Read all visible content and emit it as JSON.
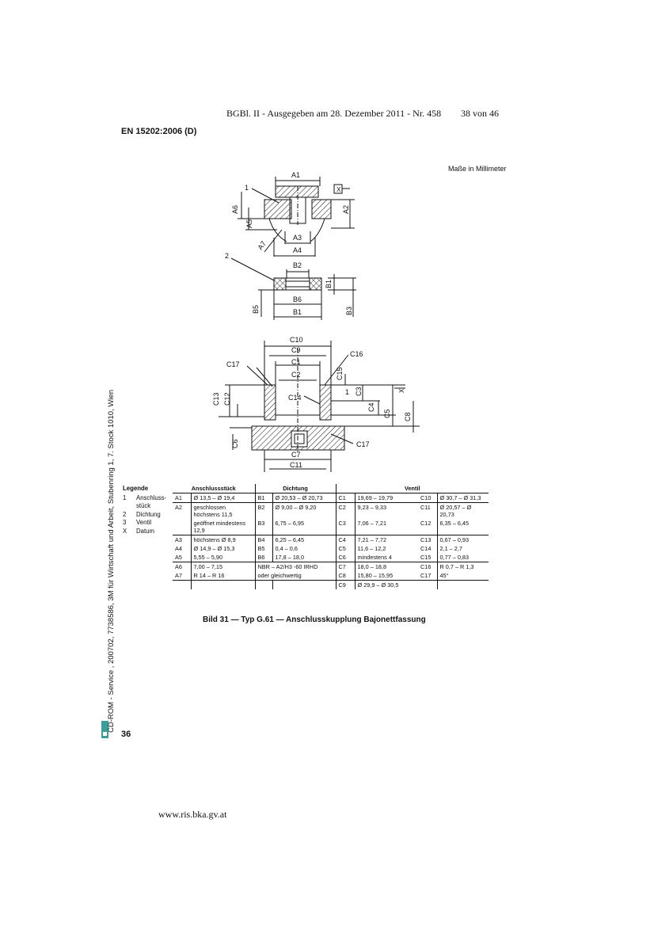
{
  "header": {
    "gazette": "BGBl. II - Ausgegeben am 28. Dezember 2011 - Nr. 458",
    "pages": "38 von 46"
  },
  "document_id": "EN 15202:2006 (D)",
  "units_note": "Maße in Millimeter",
  "side_note": "CD-ROM - Service , 200702, 7738586, 3M für Wirtschaft und Arbeit, Stubenring 1, 7. Stock 1010, Wien",
  "page_number": "36",
  "footer_url": "www.ris.bka.gv.at",
  "figure_caption": "Bild 31 — Typ G.61 — Anschlusskupplung Bajonettfassung",
  "drawing_labels": {
    "a1": "A1",
    "a2": "A2",
    "a3": "A3",
    "a4": "A4",
    "a5": "A5",
    "a6": "A6",
    "a7": "A7",
    "b1v": "B1",
    "b1h": "B1",
    "b2": "B2",
    "b3": "B3",
    "b5": "B5",
    "b6": "B6",
    "c1": "C1",
    "c2": "C2",
    "c3": "C3",
    "c4": "C4",
    "c5": "C5",
    "c6": "C6",
    "c7": "C7",
    "c8": "C8",
    "c9": "C9",
    "c10": "C10",
    "c11": "C11",
    "c12": "C12",
    "c13": "C13",
    "c14": "C14",
    "c15": "C15",
    "c16": "C16",
    "c17a": "C17",
    "c17b": "C17",
    "n1a": "1",
    "n1b": "1",
    "n2": "2",
    "x1": "X",
    "x2": "X"
  },
  "legend": {
    "title": "Legende",
    "items": [
      {
        "key": "1",
        "text": "Anschluss-stück"
      },
      {
        "key": "2",
        "text": "Dichtung"
      },
      {
        "key": "3",
        "text": "Ventil"
      },
      {
        "key": "X",
        "text": "Datum"
      }
    ]
  },
  "table": {
    "headers": {
      "anschluss": "Anschlussstück",
      "dichtung": "Dichtung",
      "ventil": "Ventil"
    },
    "rows": [
      [
        "A1",
        "Ø 13,5 – Ø 19,4",
        "B1",
        "Ø 20,53 – Ø 20,73",
        "C1",
        "19,69 – 19,79",
        "C10",
        "Ø 30,7 – Ø 31,3"
      ],
      [
        "A2",
        "geschlossen höchstens 11,5",
        "B2",
        "Ø 9,00 – Ø 9,20",
        "C2",
        "9,23 – 9,33",
        "C11",
        "Ø 20,57 – Ø 20,73"
      ],
      [
        "",
        "geöffnet mindestens 12,9",
        "B3",
        "6,75 – 6,95",
        "C3",
        "7,06 – 7,21",
        "C12",
        "6,35 – 6,45"
      ],
      [
        "A3",
        "höchstens Ø 8,9",
        "B4",
        "6,25 – 6,45",
        "C4",
        "7,21 – 7,72",
        "C13",
        "0,67 – 0,93"
      ],
      [
        "A4",
        "Ø 14,9 – Ø 15,3",
        "B5",
        "0,4 – 0,6",
        "C5",
        "11,6 – 12,2",
        "C14",
        "2,1 – 2,7"
      ],
      [
        "A5",
        "5,55 – 5,90",
        "B6",
        "17,8 – 18,0",
        "C6",
        "mindestens 4",
        "C15",
        "0,77 – 0,83"
      ],
      [
        "A6",
        "7,00 – 7,15",
        "NBR – A2/H3 -60 IRHD",
        "",
        "C7",
        "18,0 – 18,8",
        "C16",
        "R 0,7 – R 1,3"
      ],
      [
        "A7",
        "R 14 – R 16",
        "oder gleichwertig",
        "",
        "C8",
        "15,80 – 15,95",
        "C17",
        "45°"
      ],
      [
        "",
        "",
        "",
        "",
        "C9",
        "Ø 29,9 – Ø 30,5",
        "",
        ""
      ]
    ]
  }
}
